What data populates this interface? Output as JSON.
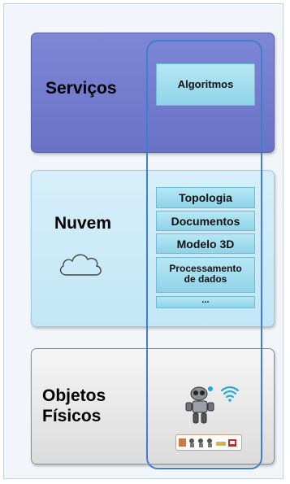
{
  "layers": {
    "services": {
      "label": "Serviços"
    },
    "cloud": {
      "label": "Nuvem"
    },
    "physical": {
      "label": "Objetos\nFísicos"
    }
  },
  "services_boxes": [
    "Algoritmos"
  ],
  "cloud_boxes": [
    "Topologia",
    "Documentos",
    "Modelo 3D",
    "Processamento\nde dados",
    "..."
  ],
  "icons": {
    "cloud": "cloud-icon",
    "robot": "robot-icon",
    "wifi": "wifi-icon",
    "things": "iot-objects-icon"
  },
  "colors": {
    "services_layer": "#7078cc",
    "cloud_layer": "#cdeaf8",
    "physical_layer": "#e6e6e6",
    "column_outline": "#3f7fd2",
    "box_fill": "#a3dcee",
    "wifi": "#2aa6d9"
  }
}
